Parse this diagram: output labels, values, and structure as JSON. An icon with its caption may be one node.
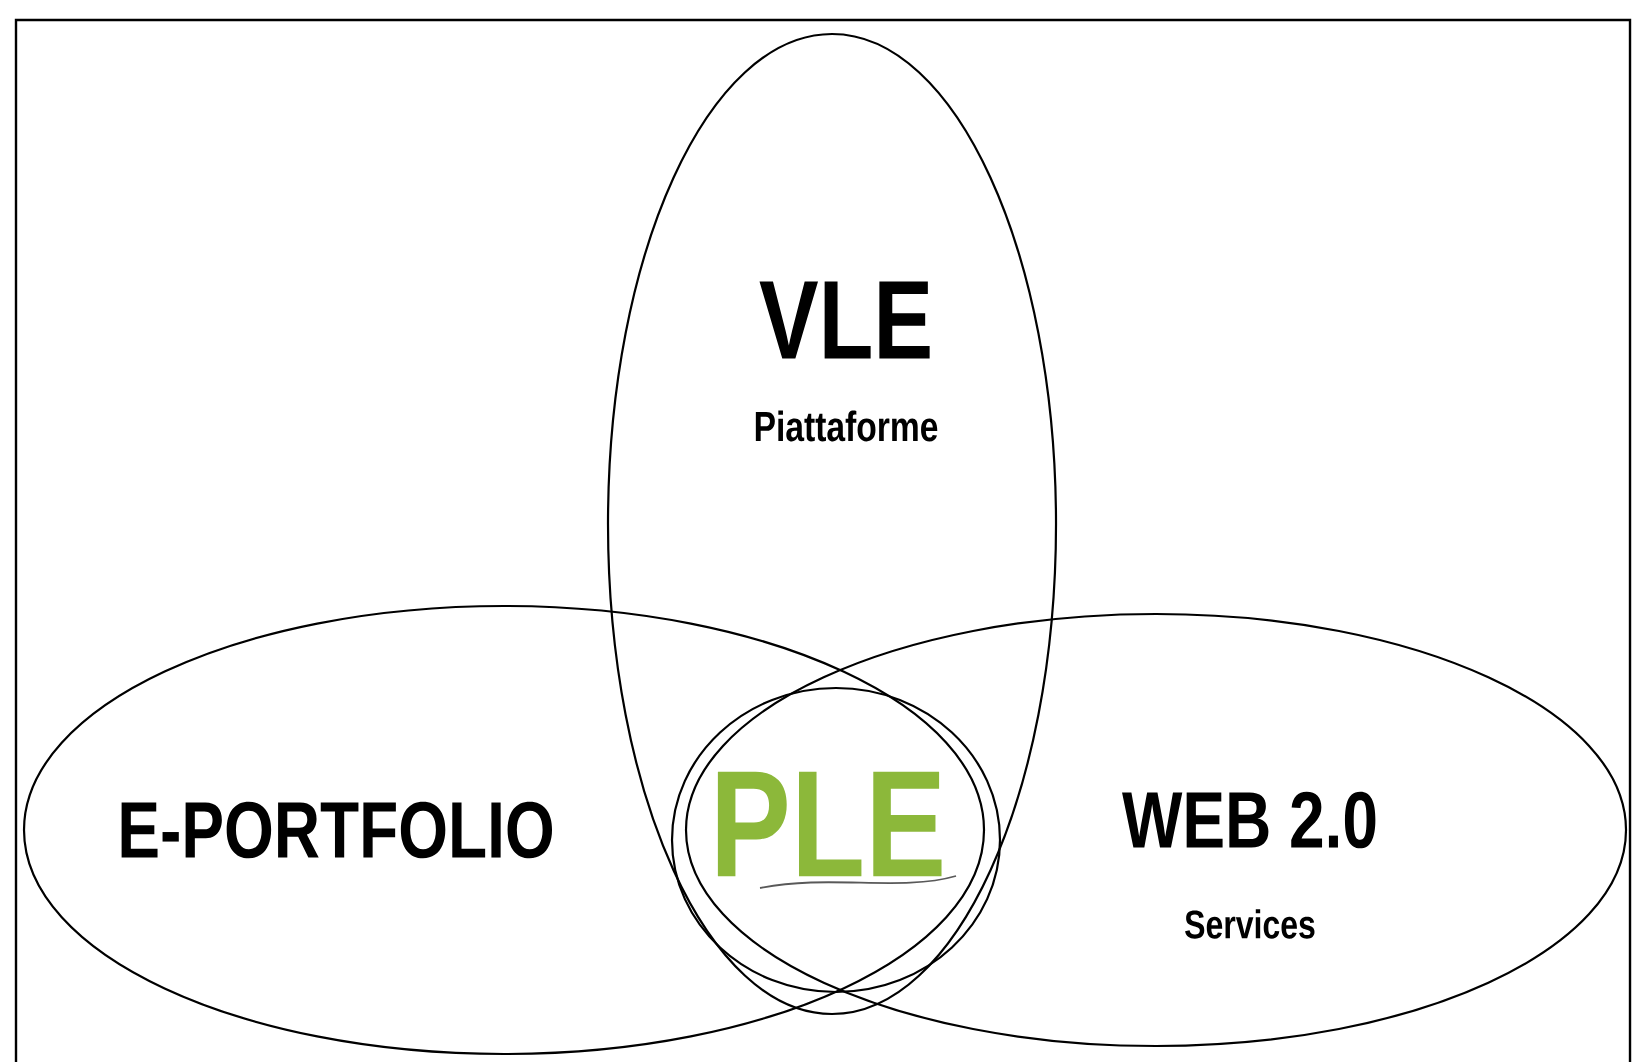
{
  "diagram": {
    "nodes": [
      {
        "text": [
          "VLE",
          "Piattaforme"
        ]
      },
      {
        "text": [
          "E-PORTFOLIO"
        ]
      },
      {
        "text": [
          "WEB 2.0",
          "Services"
        ]
      },
      {
        "text": [
          "PLE"
        ]
      }
    ]
  }
}
